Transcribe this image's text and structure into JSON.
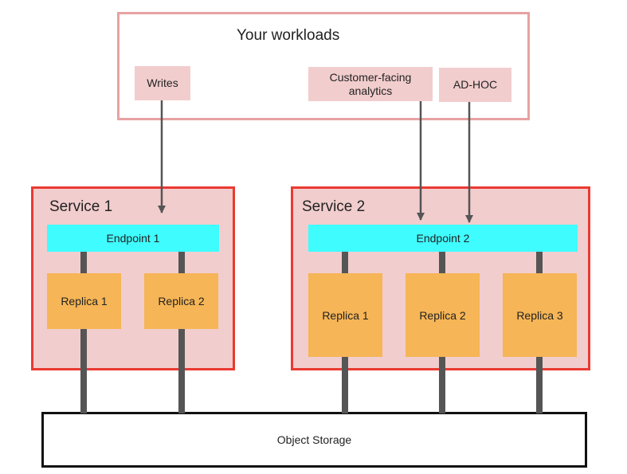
{
  "workloads": {
    "title": "Your workloads",
    "writes": "Writes",
    "customer_facing": "Customer-facing analytics",
    "adhoc": "AD-HOC"
  },
  "service1": {
    "title": "Service 1",
    "endpoint": "Endpoint 1",
    "replicas": [
      "Replica 1",
      "Replica 2"
    ]
  },
  "service2": {
    "title": "Service 2",
    "endpoint": "Endpoint 2",
    "replicas": [
      "Replica 1",
      "Replica 2",
      "Replica 3"
    ]
  },
  "storage": {
    "label": "Object Storage"
  },
  "colors": {
    "workloads_border": "#e8a2a2",
    "workload_fill": "#f2cdcd",
    "service_border": "#ea3a32",
    "service_fill": "#f2cdcd",
    "endpoint_fill": "#3ffcff",
    "replica_fill": "#f6b556",
    "connector": "#555555",
    "arrow": "#555555",
    "storage_border": "#111111"
  }
}
